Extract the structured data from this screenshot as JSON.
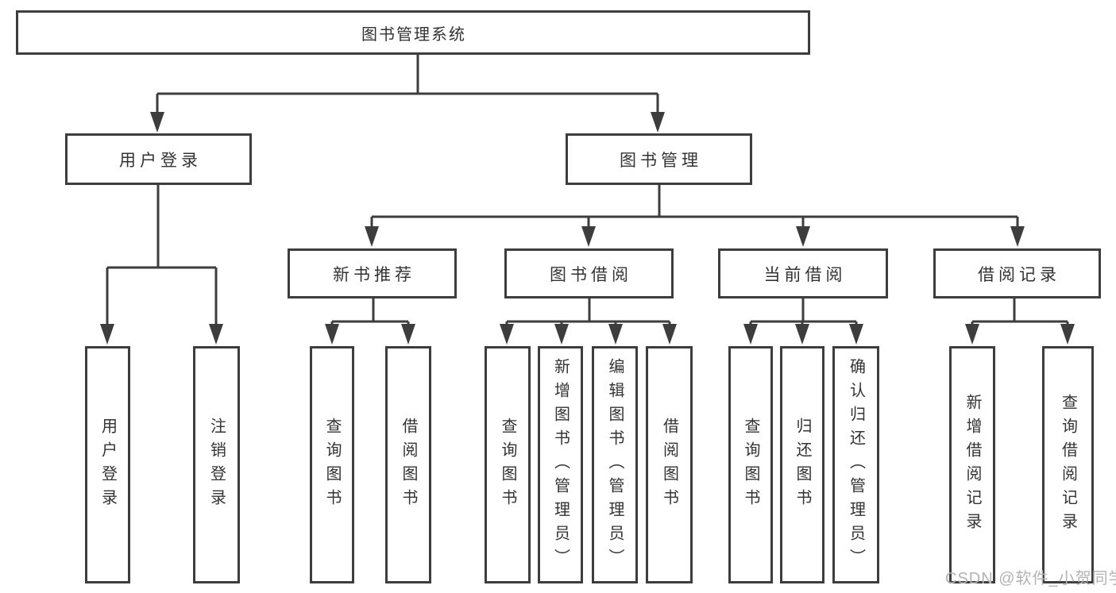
{
  "diagram_type": "hierarchy-diagram",
  "watermark": "CSDN @软件_小贺同学",
  "colors": {
    "background": "#ffffff",
    "line": "#3d3d3d",
    "box_border": "#3d3d3d",
    "box_fill": "#ffffff",
    "text": "#333333",
    "watermark": "#b3b3b3"
  },
  "tree": {
    "label": "图书管理系统",
    "children": [
      {
        "label": "用户登录",
        "children": [
          {
            "label": "用户登录"
          },
          {
            "label": "注销登录"
          }
        ]
      },
      {
        "label": "图书管理",
        "children": [
          {
            "label": "新书推荐",
            "children": [
              {
                "label": "查询图书"
              },
              {
                "label": "借阅图书"
              }
            ]
          },
          {
            "label": "图书借阅",
            "children": [
              {
                "label": "查询图书"
              },
              {
                "label": "新增图书（管理员）"
              },
              {
                "label": "编辑图书（管理员）"
              },
              {
                "label": "借阅图书"
              }
            ]
          },
          {
            "label": "当前借阅",
            "children": [
              {
                "label": "查询图书"
              },
              {
                "label": "归还图书"
              },
              {
                "label": "确认归还（管理员）"
              }
            ]
          },
          {
            "label": "借阅记录",
            "children": [
              {
                "label": "新增借阅记录"
              },
              {
                "label": "查询借阅记录"
              }
            ]
          }
        ]
      }
    ]
  }
}
